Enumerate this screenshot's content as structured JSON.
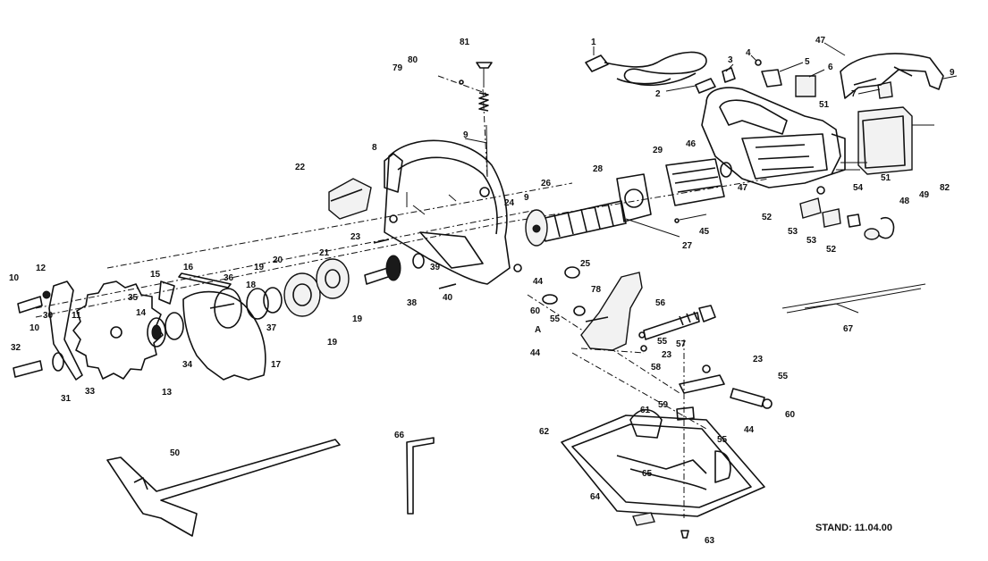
{
  "stand": "STAND: 11.04.00",
  "labels": {
    "p1": "1",
    "p2": "2",
    "p3": "3",
    "p4": "4",
    "p5": "5",
    "p6": "6",
    "p7": "7",
    "p8": "8",
    "p9a": "9",
    "p9b": "9",
    "p9c": "9",
    "p10a": "10",
    "p10b": "10",
    "p11": "11",
    "p12": "12",
    "p13": "13",
    "p14": "14",
    "p15": "15",
    "p16": "16",
    "p17": "17",
    "p18": "18",
    "p19a": "19",
    "p19b": "19",
    "p19c": "19",
    "p20": "20",
    "p21": "21",
    "p22": "22",
    "p23a": "23",
    "p23b": "23",
    "p23c": "23",
    "p24": "24",
    "p25": "25",
    "p26": "26",
    "p27": "27",
    "p28": "28",
    "p29": "29",
    "p30": "30",
    "p31": "31",
    "p32": "32",
    "p33": "33",
    "p34": "34",
    "p35": "35",
    "p36": "36",
    "p37": "37",
    "p38": "38",
    "p39": "39",
    "p40": "40",
    "p44a": "44",
    "p44b": "44",
    "p44c": "44",
    "p45": "45",
    "p46": "46",
    "p47a": "47",
    "p47b": "47",
    "p48": "48",
    "p49": "49",
    "p50": "50",
    "p51a": "51",
    "p51b": "51",
    "p52a": "52",
    "p52b": "52",
    "p53a": "53",
    "p53b": "53",
    "p54": "54",
    "p55a": "55",
    "p55b": "55",
    "p55c": "55",
    "p55d": "55",
    "p56": "56",
    "p57": "57",
    "p58": "58",
    "p59": "59",
    "p60a": "60",
    "p60b": "60",
    "p61": "61",
    "p62": "62",
    "p63": "63",
    "p64": "64",
    "p65": "65",
    "p66": "66",
    "p67": "67",
    "p78": "78",
    "p79": "79",
    "p80": "80",
    "p81": "81",
    "p82": "82",
    "pA": "A"
  }
}
